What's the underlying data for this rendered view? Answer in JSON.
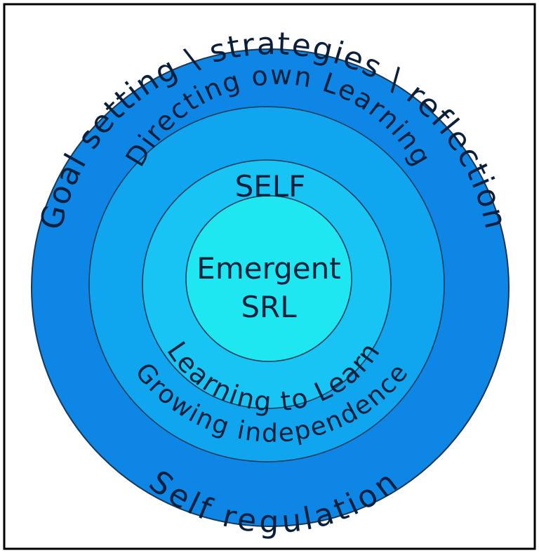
{
  "diagram": {
    "rings": {
      "outer": {
        "top_label": "Goal setting \\ strategies \\ reflection",
        "bottom_label": "Self regulation",
        "color": "#0d86e6"
      },
      "second": {
        "top_label": "Directing own Learning",
        "bottom_label": "Growing independence",
        "color": "#10a6ef"
      },
      "third": {
        "top_label": "SELF",
        "bottom_label": "Learning to Learn",
        "color": "#18c4f3"
      },
      "core": {
        "label_line1": "Emergent",
        "label_line2": "SRL",
        "color": "#1fe7f2"
      }
    },
    "border_color": "#000000",
    "ring_line_color": "#1d3550"
  }
}
